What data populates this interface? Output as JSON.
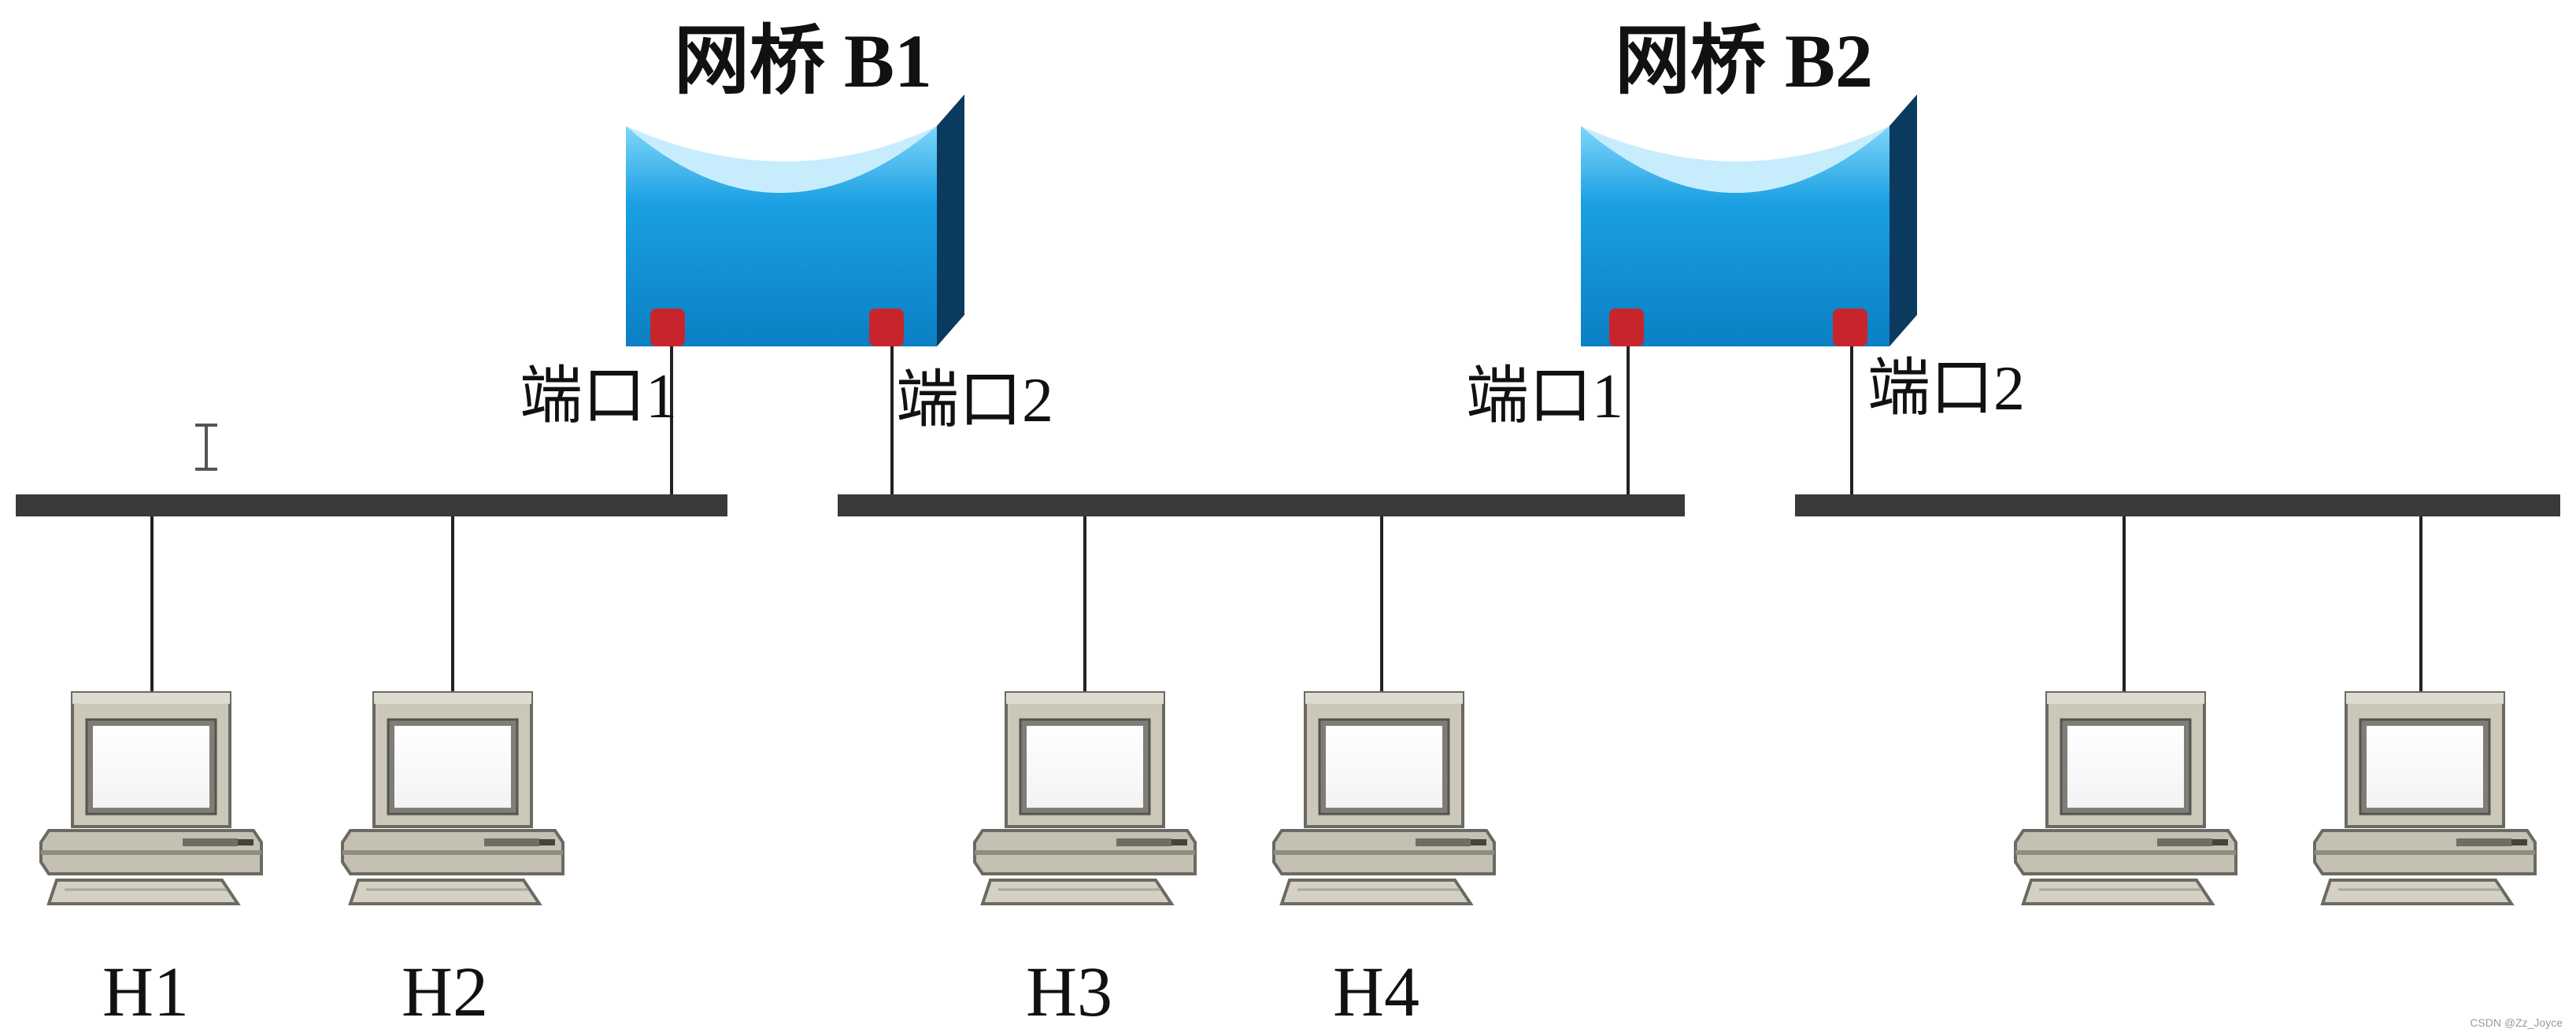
{
  "bridges": [
    {
      "title": "网桥 B1",
      "ports": [
        {
          "label": "端口1"
        },
        {
          "label": "端口2"
        }
      ]
    },
    {
      "title": "网桥 B2",
      "ports": [
        {
          "label": "端口1"
        },
        {
          "label": "端口2"
        }
      ]
    }
  ],
  "hosts": [
    {
      "label": "H1"
    },
    {
      "label": "H2"
    },
    {
      "label": "H3"
    },
    {
      "label": "H4"
    },
    {
      "label": ""
    },
    {
      "label": ""
    }
  ],
  "watermark": "CSDN @Zz_Joyce",
  "colors": {
    "bridge_face": "#0d8fd6",
    "bridge_top": "#4fc0f0",
    "bridge_side": "#0a3e66",
    "port_led": "#c8242c",
    "bus": "#3a3a3a",
    "computer_body": "#c9c6b8",
    "computer_shade": "#8f8c80"
  }
}
